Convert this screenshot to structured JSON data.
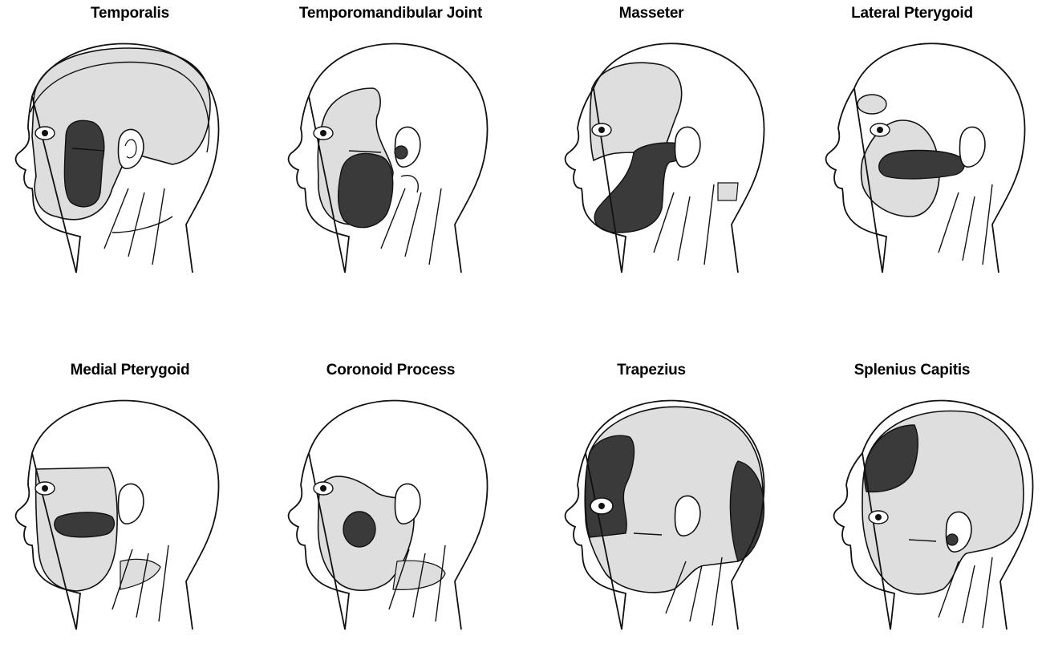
{
  "colors": {
    "outline": "#111111",
    "referred_pain_light": "#dedede",
    "trigger_area_dark": "#3a3a3a"
  },
  "panels": [
    {
      "title": "Temporalis"
    },
    {
      "title": "Temporomandibular Joint"
    },
    {
      "title": "Masseter"
    },
    {
      "title": "Lateral Pterygoid"
    },
    {
      "title": "Medial Pterygoid"
    },
    {
      "title": "Coronoid Process"
    },
    {
      "title": "Trapezius"
    },
    {
      "title": "Splenius Capitis"
    }
  ]
}
